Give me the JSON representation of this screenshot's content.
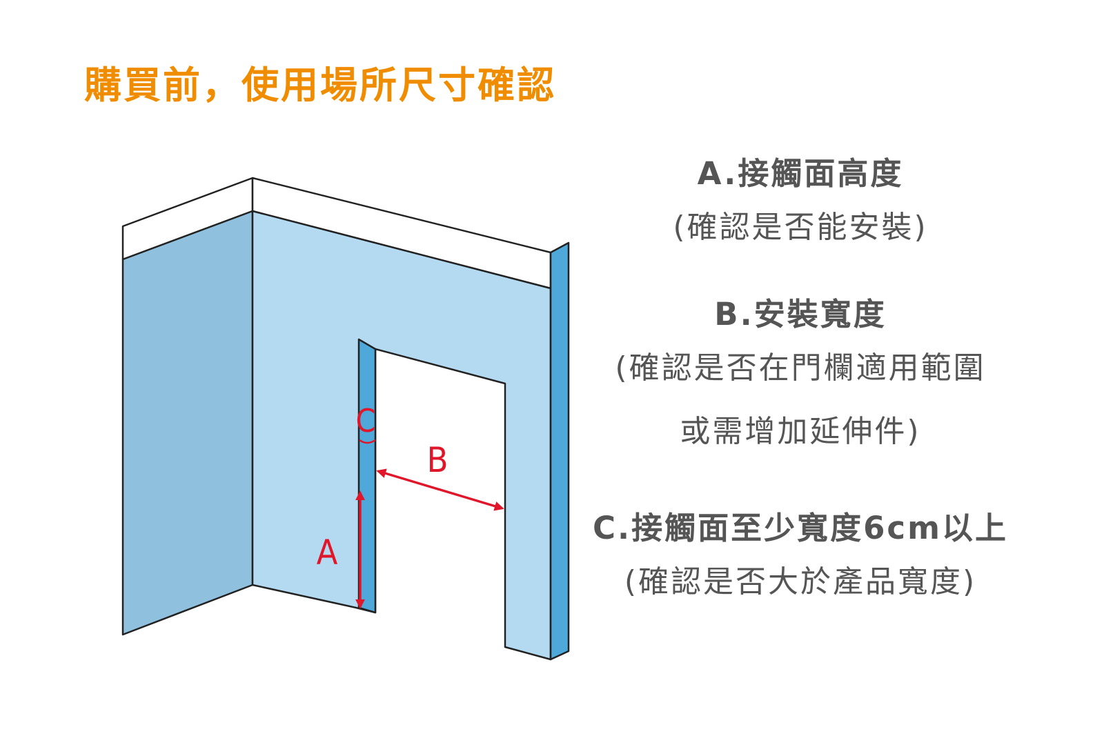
{
  "title": "購買前，使用場所尺寸確認",
  "colors": {
    "title": "#f08c00",
    "legend_text": "#555555",
    "wall_left": "#8fc1df",
    "wall_main": "#b4daf1",
    "wall_edge": "#4ea8d9",
    "dimension": "#e0162b",
    "outline": "#222222"
  },
  "diagram": {
    "labels": {
      "a": "A",
      "b": "B",
      "c": "C"
    }
  },
  "legend": [
    {
      "heading": "A.接觸面高度",
      "lines": [
        "(確認是否能安裝)"
      ]
    },
    {
      "heading": "B.安裝寬度",
      "lines": [
        "(確認是否在門欄適用範圍",
        "或需增加延伸件)"
      ]
    },
    {
      "heading": "C.接觸面至少寬度6cm以上",
      "lines": [
        "(確認是否大於產品寬度)"
      ]
    }
  ]
}
